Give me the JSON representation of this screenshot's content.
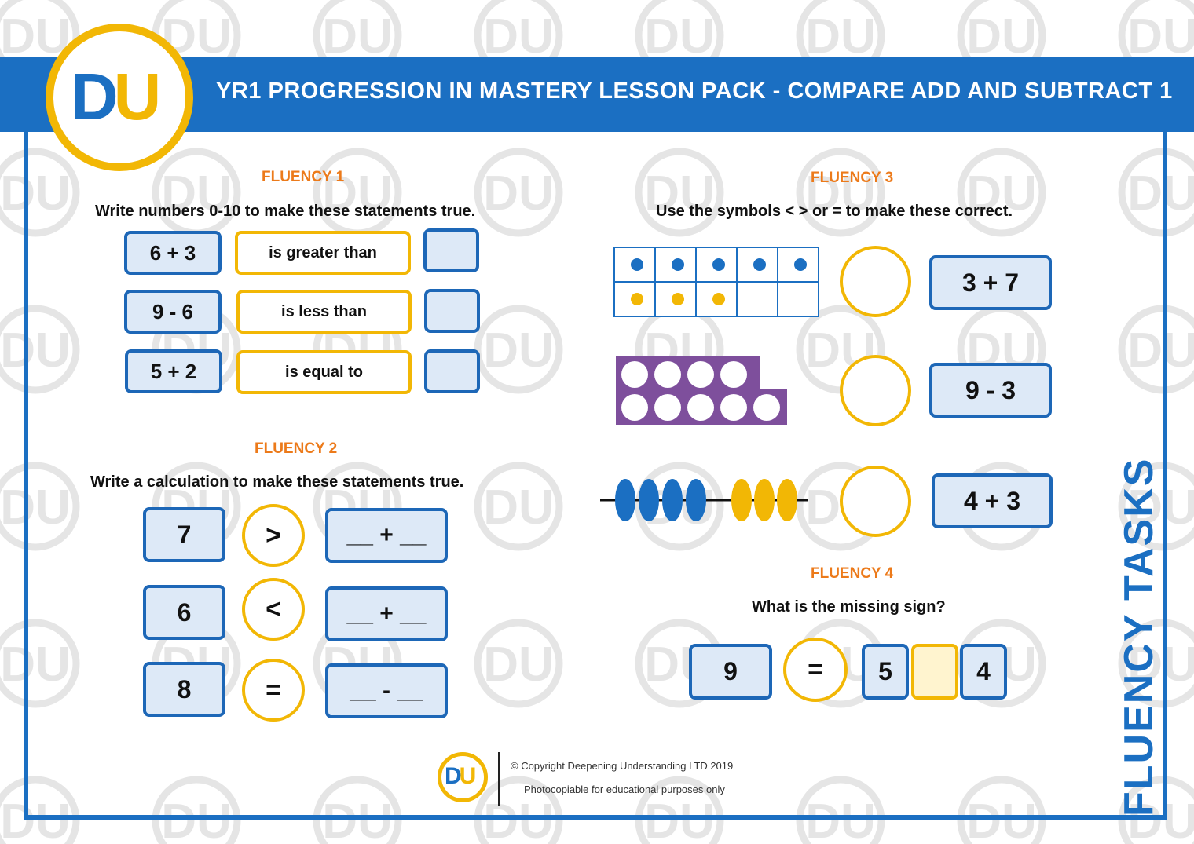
{
  "header": {
    "title": "YR1 PROGRESSION IN MASTERY LESSON PACK - COMPARE ADD AND SUBTRACT 1",
    "logo": {
      "letters": [
        "D",
        "U"
      ],
      "colors": [
        "#1b6fc2",
        "#f2b705"
      ]
    }
  },
  "side_label": "FLUENCY TASKS",
  "watermark_text": "DU",
  "fluency1": {
    "title": "FLUENCY 1",
    "instruction": "Write numbers 0-10 to make these statements true.",
    "rows": [
      {
        "expr": "6 + 3",
        "relation": "is greater than"
      },
      {
        "expr": "9 - 6",
        "relation": "is less than"
      },
      {
        "expr": "5 + 2",
        "relation": "is equal to"
      }
    ]
  },
  "fluency2": {
    "title": "FLUENCY 2",
    "instruction": "Write a calculation to make these statements true.",
    "rows": [
      {
        "number": "7",
        "sign": ">",
        "calc": "__ + __"
      },
      {
        "number": "6",
        "sign": "<",
        "calc": "__ + __"
      },
      {
        "number": "8",
        "sign": "=",
        "calc": "__ - __"
      }
    ]
  },
  "fluency3": {
    "title": "FLUENCY 3",
    "instruction": "Use the symbols <  > or = to make these correct.",
    "ten_frame": {
      "blue_counters": 5,
      "yellow_counters": 3
    },
    "numicon": {
      "pieces": [
        4,
        5
      ]
    },
    "bead_string": {
      "blue_beads": 4,
      "yellow_beads": 3
    },
    "rows": [
      {
        "expr": "3 + 7"
      },
      {
        "expr": "9 - 3"
      },
      {
        "expr": "4 + 3"
      }
    ],
    "colors": {
      "blue": "#1b6fc2",
      "yellow": "#f2b705",
      "numicon": "#7e4f9c"
    }
  },
  "fluency4": {
    "title": "FLUENCY 4",
    "instruction": "What is the missing sign?",
    "left": "9",
    "sign": "=",
    "a": "5",
    "b": "4"
  },
  "footer": {
    "copyright": "© Copyright Deepening Understanding LTD 2019",
    "note": "Photocopiable for educational purposes only"
  }
}
